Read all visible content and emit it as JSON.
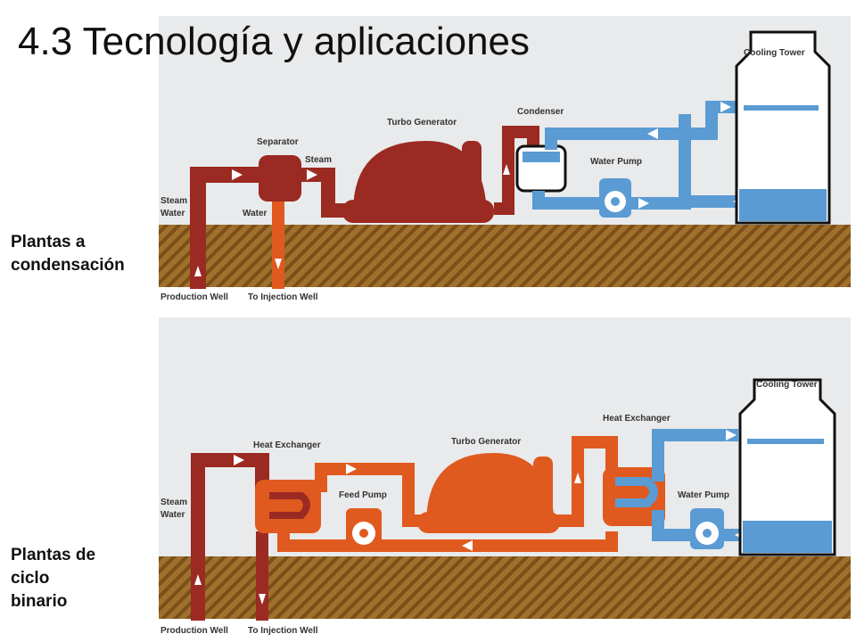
{
  "title": "4.3 Tecnología y aplicaciones",
  "side_labels": {
    "condensing": [
      "Plantas a",
      "condensación"
    ],
    "binary": [
      "Plantas de",
      "ciclo",
      "binario"
    ]
  },
  "diagram_top": {
    "cooling_tower": "Cooling Tower",
    "condenser": "Condenser",
    "turbo_generator": "Turbo Generator",
    "separator": "Separator",
    "steam": "Steam",
    "water_pump": "Water Pump",
    "steam_water_1": "Steam",
    "steam_water_2": "Water",
    "water": "Water",
    "production_well": "Production Well",
    "injection_well": "To Injection Well"
  },
  "diagram_bottom": {
    "cooling_tower": "Cooling Tower",
    "heat_exchanger_right": "Heat Exchanger",
    "heat_exchanger_left": "Heat Exchanger",
    "turbo_generator": "Turbo Generator",
    "feed_pump": "Feed Pump",
    "water_pump": "Water Pump",
    "steam_water_1": "Steam",
    "steam_water_2": "Water",
    "production_well": "Production Well",
    "injection_well": "To Injection Well"
  },
  "colors": {
    "geo_fluid": "#9b2a22",
    "hot_fluid": "#e05a1f",
    "cool_water": "#5a9bd4",
    "ground": "#a0702c",
    "sky": "#e9eaeb"
  }
}
